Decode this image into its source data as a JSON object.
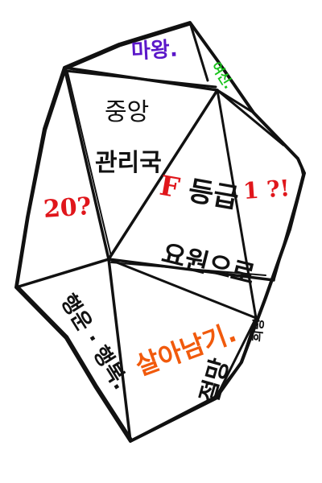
{
  "labels": {
    "mawang": "마왕.",
    "yeosin": "여신.",
    "jungang": "중앙",
    "gwanriguk": "관리국",
    "twenty": "20?",
    "f_grade": "F 등급",
    "one_q": "1 ?!",
    "yowon": "요원으로",
    "haengun": "행운 · 행복.",
    "salanamgi": "살아남기.",
    "jeolmang": "절망",
    "bottom_right": "희망"
  },
  "colors": {
    "outline": "#111111",
    "mawang": "#5a17c9",
    "yeosin": "#19c21b",
    "twenty": "#e0161b",
    "f_letter": "#e0161b",
    "one_q": "#e0161b",
    "salanamgi": "#f15a0c",
    "text": "#111111"
  }
}
